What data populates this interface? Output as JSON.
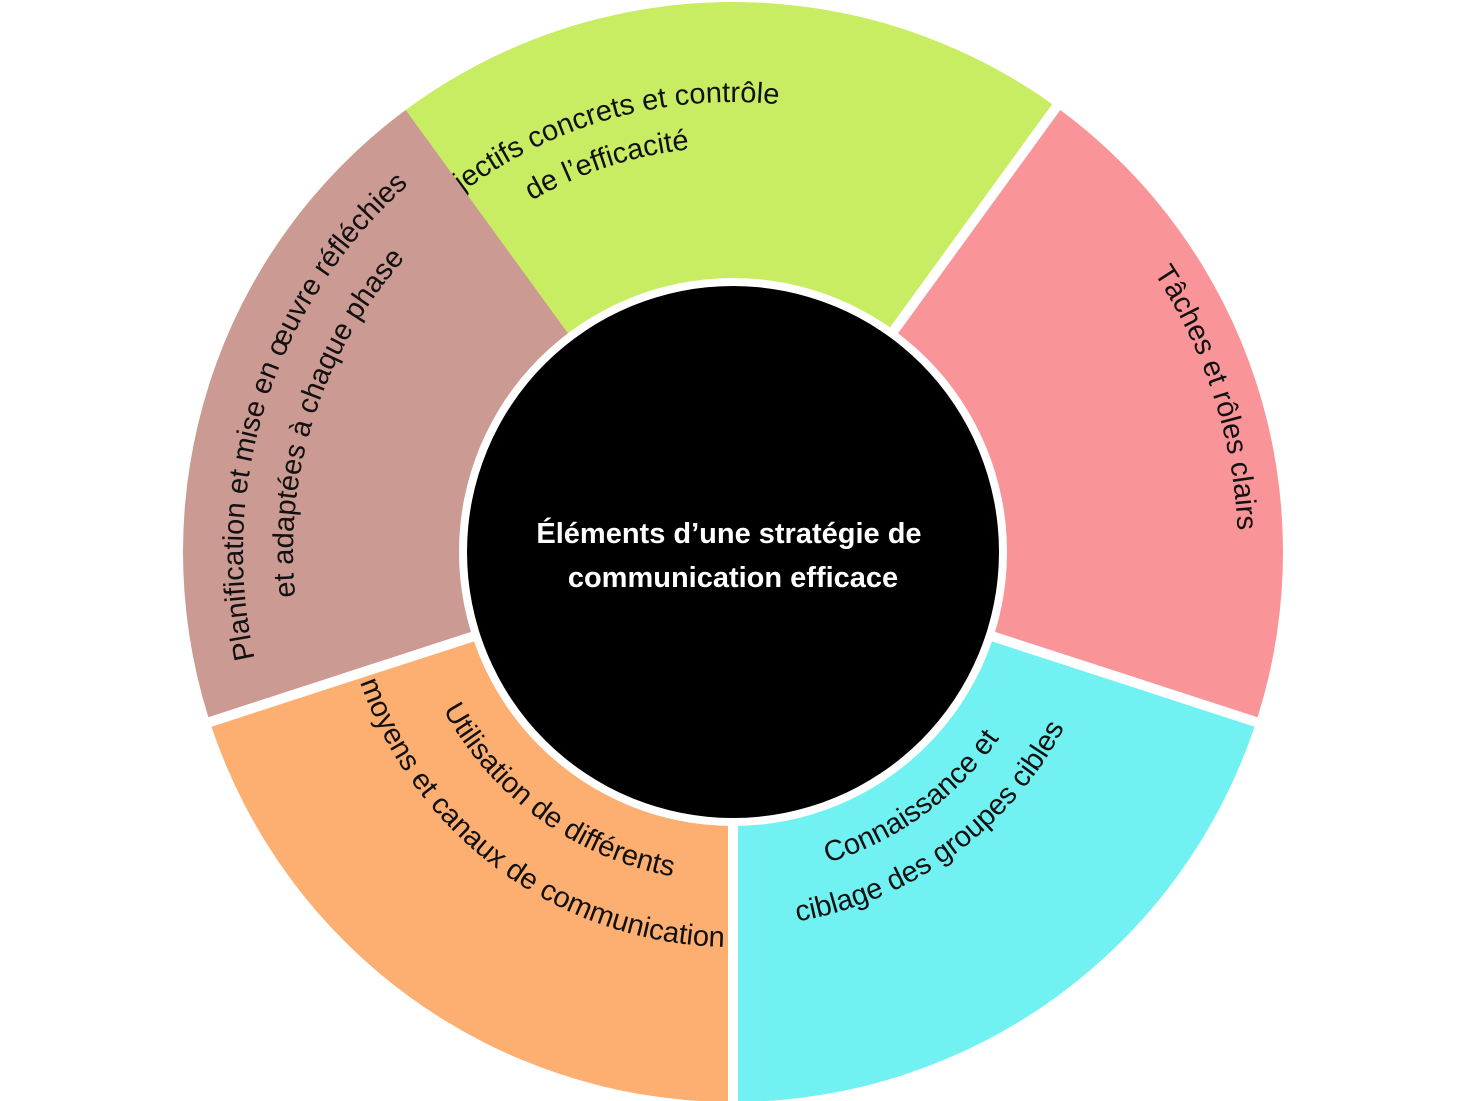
{
  "diagram": {
    "center": {
      "lines": [
        "Éléments d’une stratégie de",
        "communication efficace"
      ],
      "fill": "#000000",
      "text_color": "#ffffff"
    },
    "segments": [
      {
        "id": "objectifs",
        "lines": [
          "Objectifs concrets et contrôle",
          "de l’efficacité"
        ],
        "fill": "#c8ed63"
      },
      {
        "id": "taches",
        "lines": [
          "Tâches et rôles clairs"
        ],
        "fill": "#f99599"
      },
      {
        "id": "connaissance",
        "lines": [
          "Connaissance et",
          "ciblage des groupes cibles"
        ],
        "fill": "#71f1f1"
      },
      {
        "id": "utilisation",
        "lines": [
          "Utilisation de différents",
          "moyens et canaux de communication"
        ],
        "fill": "#fdae71"
      },
      {
        "id": "planification",
        "lines": [
          "Planification et mise en œuvre réfléchies",
          "et adaptées à chaque phase"
        ],
        "fill": "#cb9a92"
      }
    ]
  }
}
